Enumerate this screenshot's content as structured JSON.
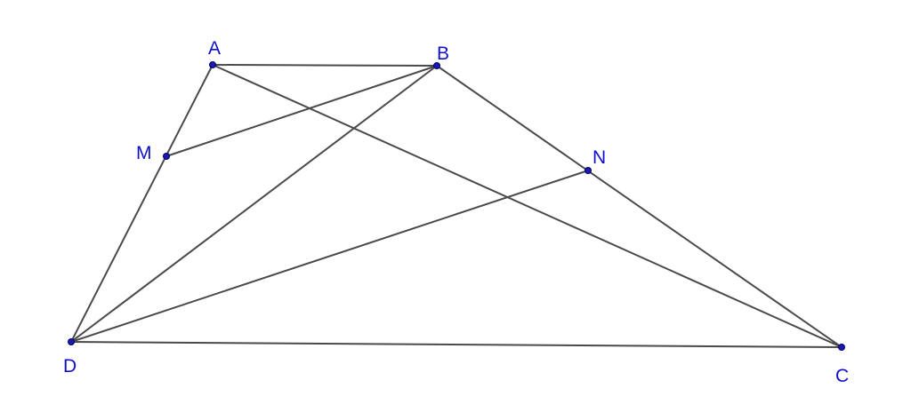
{
  "colors": {
    "segment": "#4a4a4a",
    "point": "#1a1ab0",
    "label": "#1010cc"
  },
  "points": {
    "A": {
      "label": "A"
    },
    "B": {
      "label": "B"
    },
    "C": {
      "label": "C"
    },
    "D": {
      "label": "D"
    },
    "M": {
      "label": "M"
    },
    "N": {
      "label": "N"
    }
  },
  "segments": [
    [
      "A",
      "B"
    ],
    [
      "A",
      "D"
    ],
    [
      "B",
      "C"
    ],
    [
      "D",
      "C"
    ],
    [
      "A",
      "C"
    ],
    [
      "B",
      "D"
    ],
    [
      "M",
      "B"
    ],
    [
      "D",
      "N"
    ]
  ]
}
